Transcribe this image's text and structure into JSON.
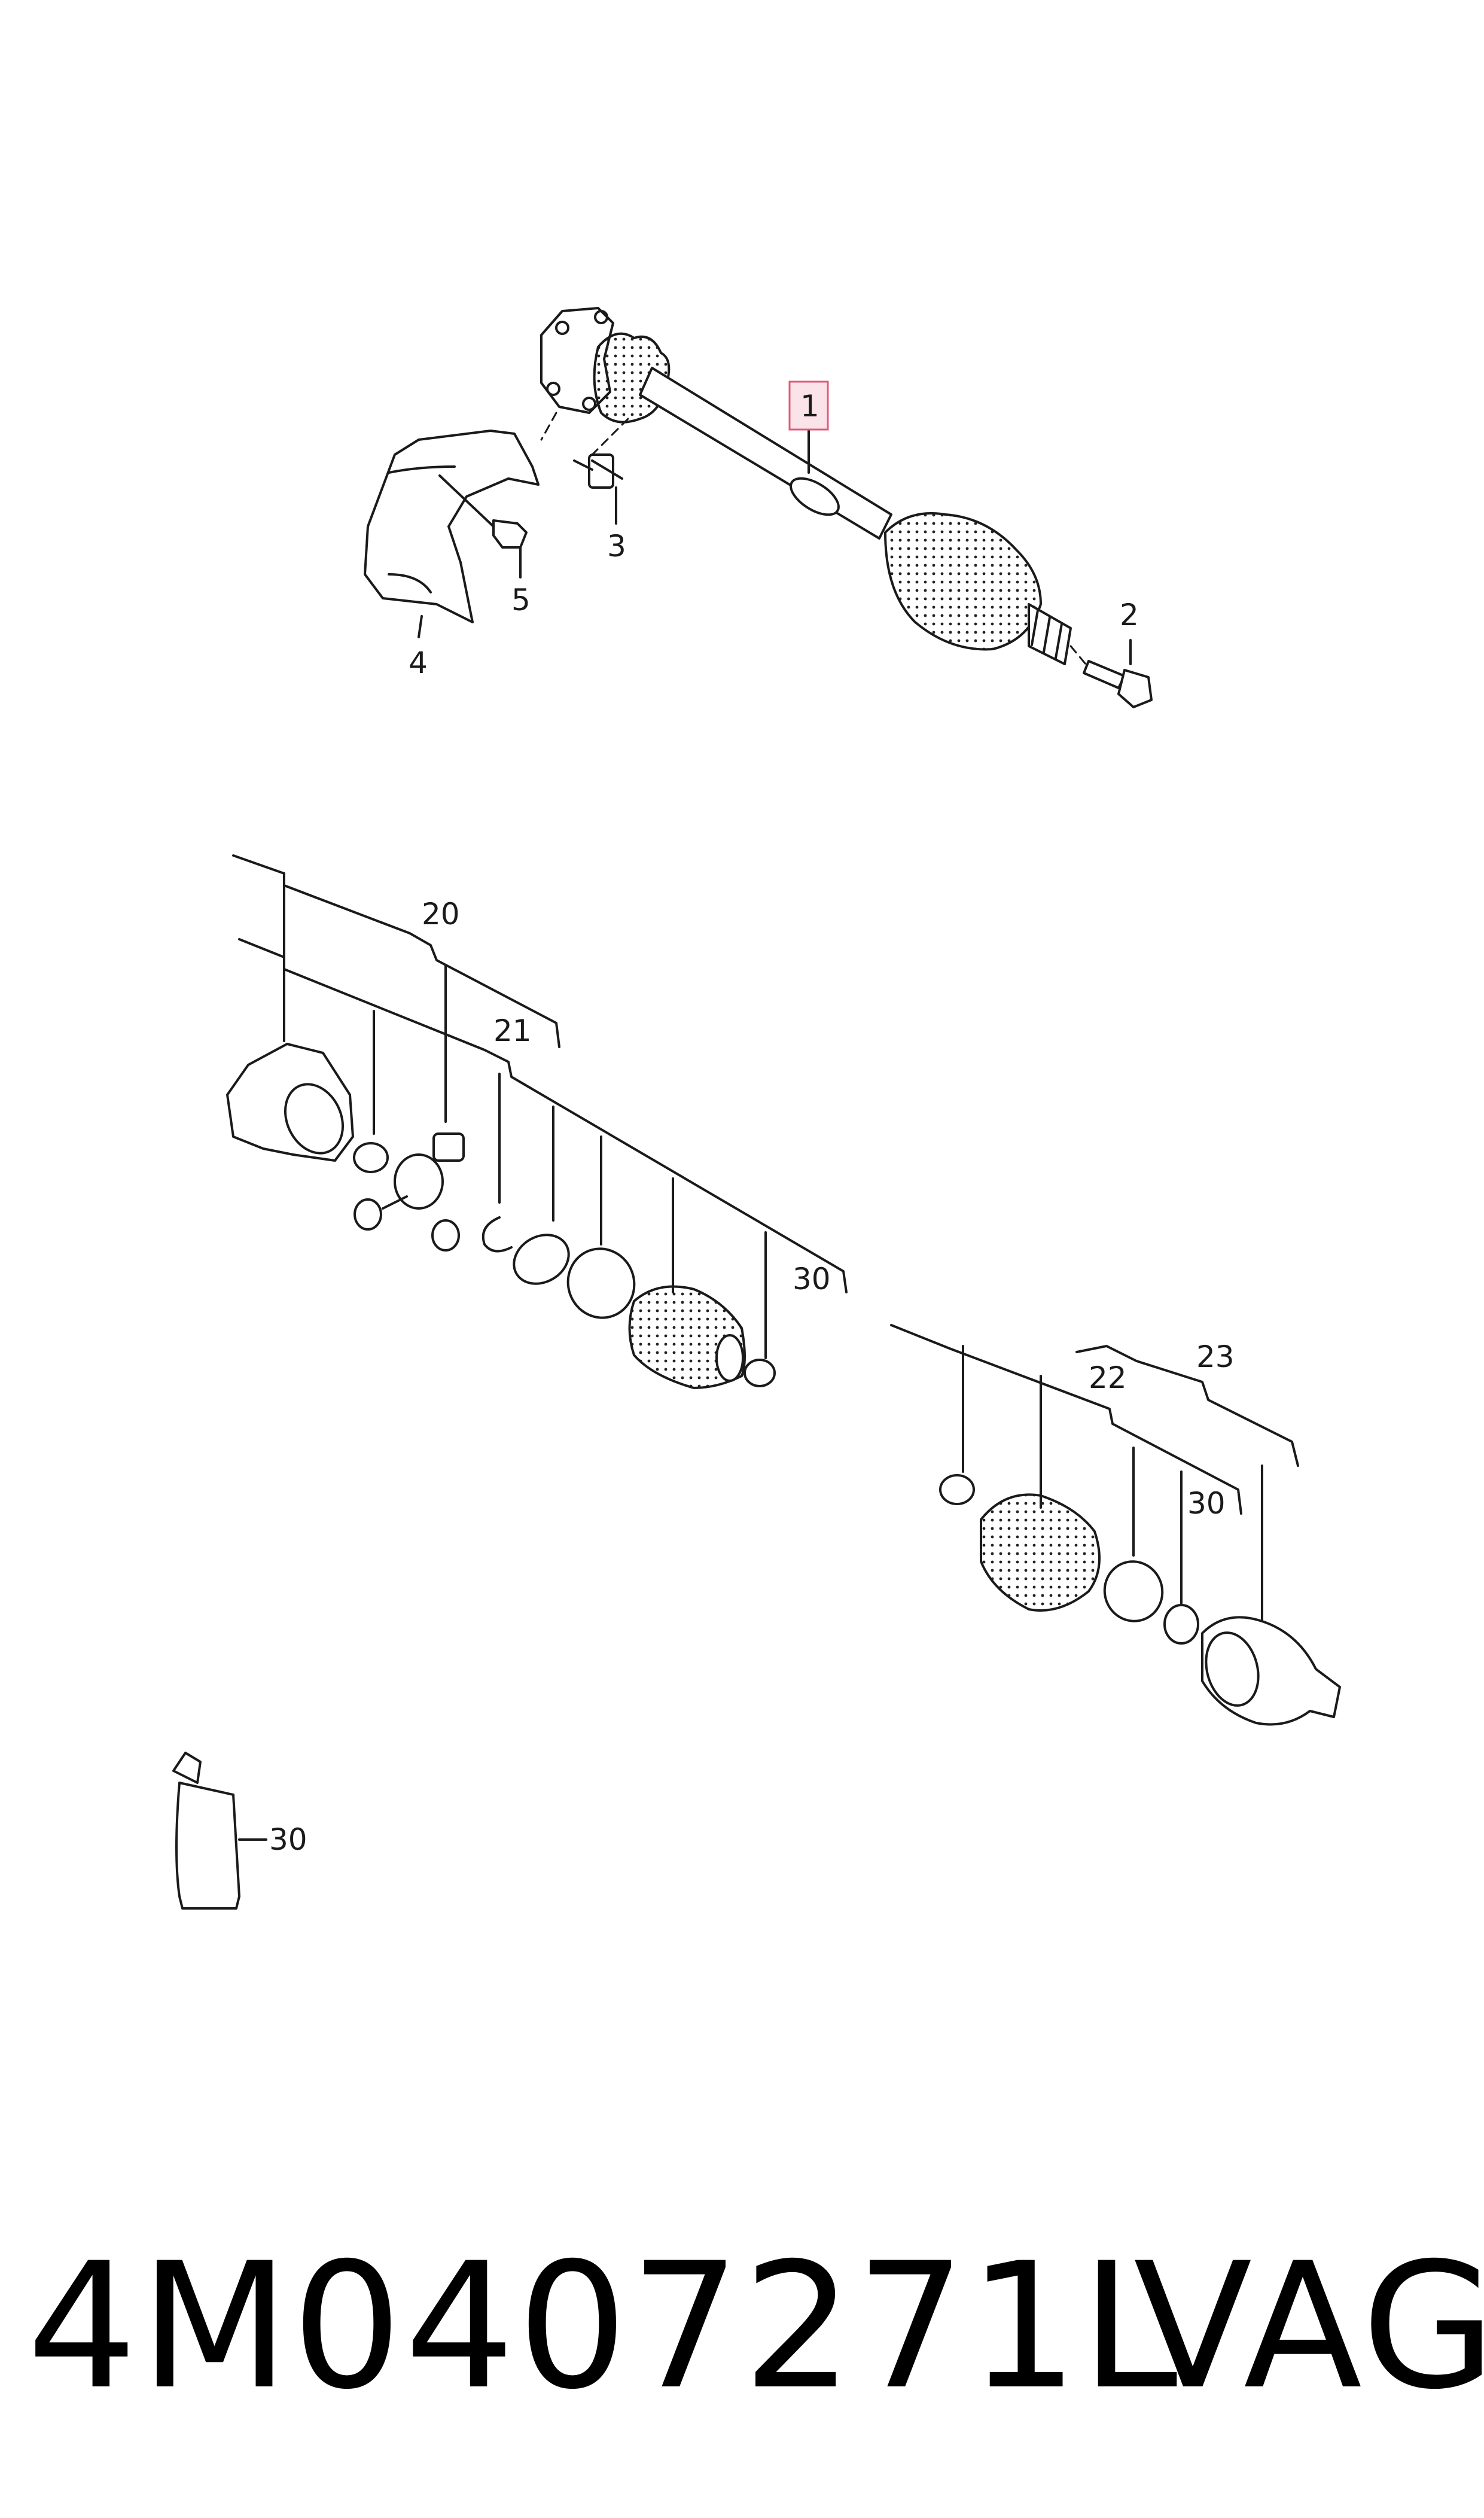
{
  "callouts": {
    "c1": "1",
    "c2": "2",
    "c3": "3",
    "c4": "4",
    "c5": "5",
    "c20": "20",
    "c21": "21",
    "c22": "22",
    "c23": "23",
    "c30a": "30",
    "c30b": "30",
    "c30c": "30"
  },
  "highlight_color": "#e05a7a",
  "footer": {
    "part_number": "4M0407271L",
    "brand": "VAG"
  }
}
